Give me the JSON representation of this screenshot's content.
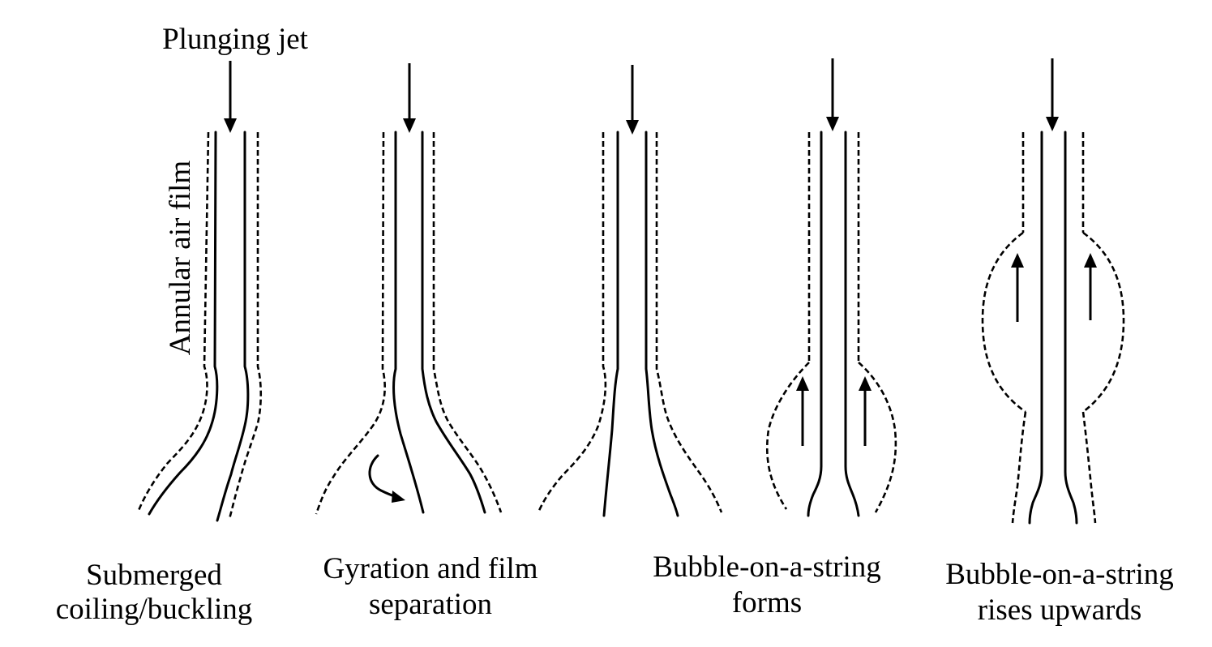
{
  "labels": {
    "jet": "Plunging jet",
    "film": "Annular air film"
  },
  "stages": [
    {
      "line1": "Submerged",
      "line2": "coiling/buckling"
    },
    {
      "line1": "Gyration and film",
      "line2": "separation"
    },
    {
      "line1": "Bubble-on-a-string",
      "line2": "forms"
    },
    {
      "line1": "Bubble-on-a-string",
      "line2": "rises upwards"
    }
  ]
}
